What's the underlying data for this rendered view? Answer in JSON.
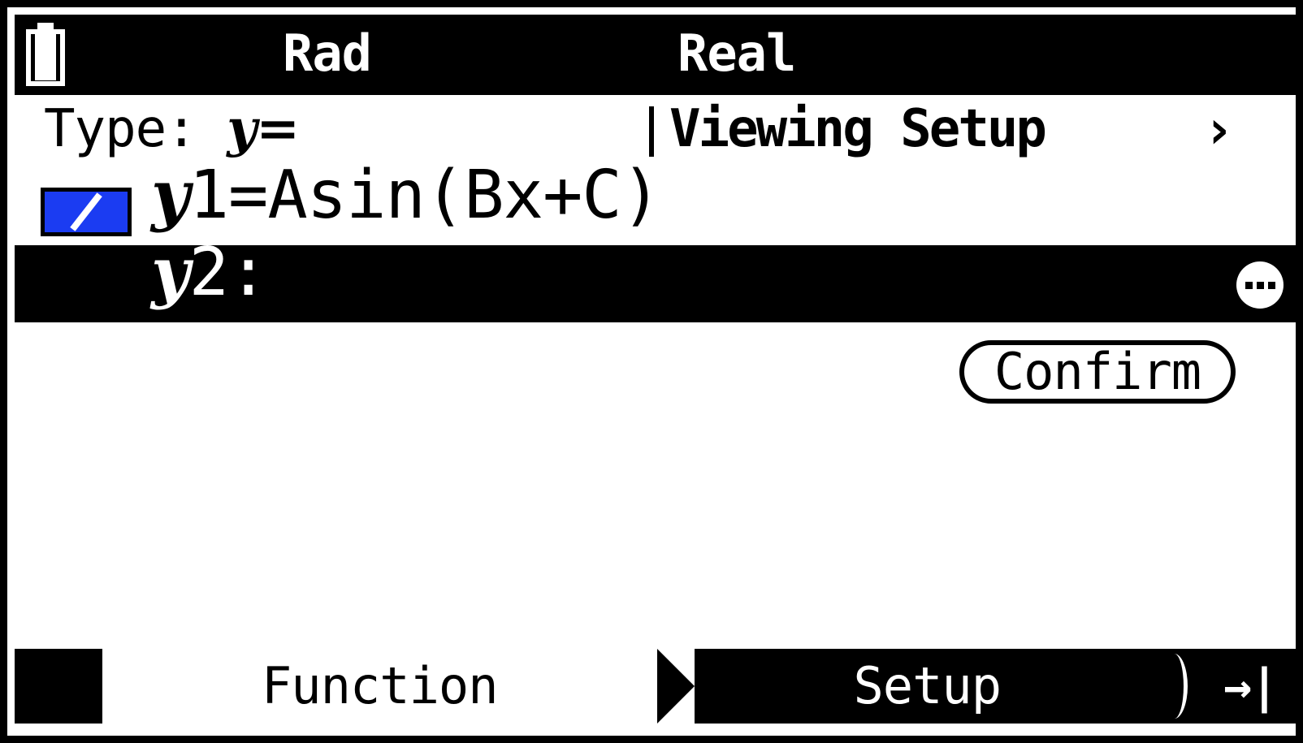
{
  "device": {
    "status_bar": {
      "battery_icon": "battery-full-icon",
      "angle_mode": "Rad",
      "complex_mode": "Real"
    }
  },
  "header": {
    "type_label_prefix": "Type:",
    "type_value": "y=",
    "panel_title": "Viewing Setup",
    "panel_chevron": "›"
  },
  "functions": {
    "rows": [
      {
        "enabled": true,
        "checkbox_icon": "checkbox-checked-slash-icon",
        "var_name": "y",
        "index": "1",
        "separator": "=",
        "expression": "Asin(Bx+C)",
        "selected": false,
        "has_more": false
      },
      {
        "enabled": false,
        "checkbox_icon": "",
        "var_name": "y",
        "index": "2",
        "separator": ":",
        "expression": "",
        "selected": true,
        "has_more": true,
        "more_icon": "more-options-ellipsis-icon"
      }
    ]
  },
  "actions": {
    "confirm_label": "Confirm"
  },
  "toolbar": {
    "tabs": [
      {
        "label": "Function",
        "active": true
      },
      {
        "label": "Setup",
        "active": false
      }
    ],
    "end_icon_glyph": "→|",
    "end_icon_name": "jump-to-end-icon"
  },
  "colors": {
    "accent_blue": "#1B3CF2",
    "foreground": "#000000",
    "background": "#FFFFFF"
  }
}
